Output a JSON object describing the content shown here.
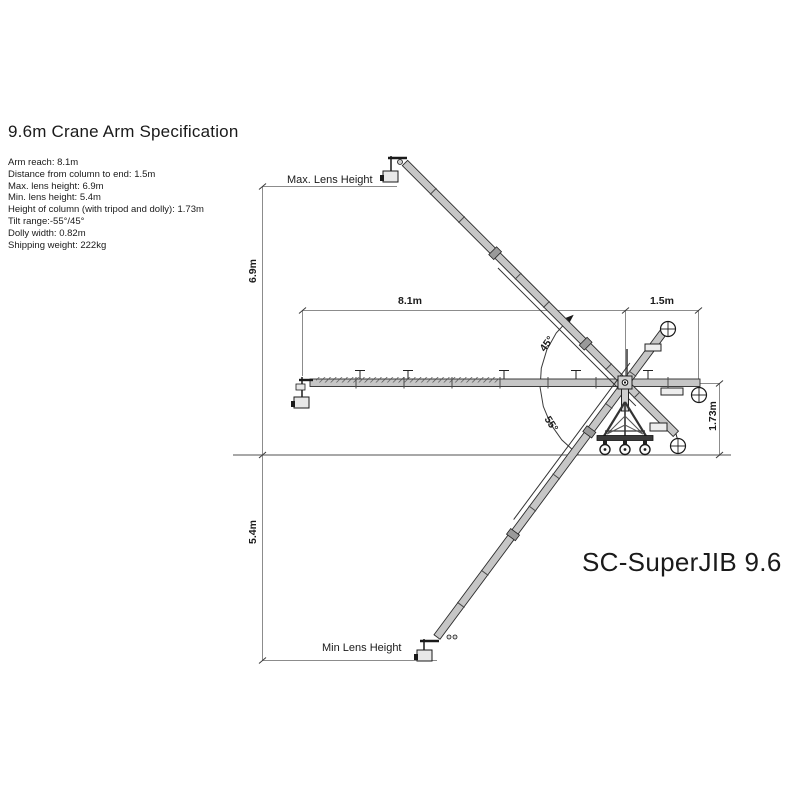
{
  "colors": {
    "ink": "#1a1a1a",
    "dimension_line": "#8c8c8c",
    "metal_fill": "#c6c6c6"
  },
  "header": {
    "title": "9.6m Crane Arm Specification"
  },
  "specs": {
    "lines": [
      "Arm reach: 8.1m",
      "Distance from column to end: 1.5m",
      "Max. lens height: 6.9m",
      "Min. lens height: 5.4m",
      "Height of column (with tripod and dolly): 1.73m",
      "Tilt range:-55°/45°",
      "Dolly width: 0.82m",
      "Shipping weight: 222kg"
    ]
  },
  "diagram": {
    "max_lens_label": "Max. Lens Height",
    "min_lens_label": "Min Lens Height",
    "product_label": "SC-SuperJIB 9.6",
    "dims": {
      "arm_reach": "8.1m",
      "tail_length": "1.5m",
      "max_height": "6.9m",
      "min_height": "5.4m",
      "column_height": "1.73m",
      "angle_up": "45°",
      "angle_down": "55°"
    }
  }
}
